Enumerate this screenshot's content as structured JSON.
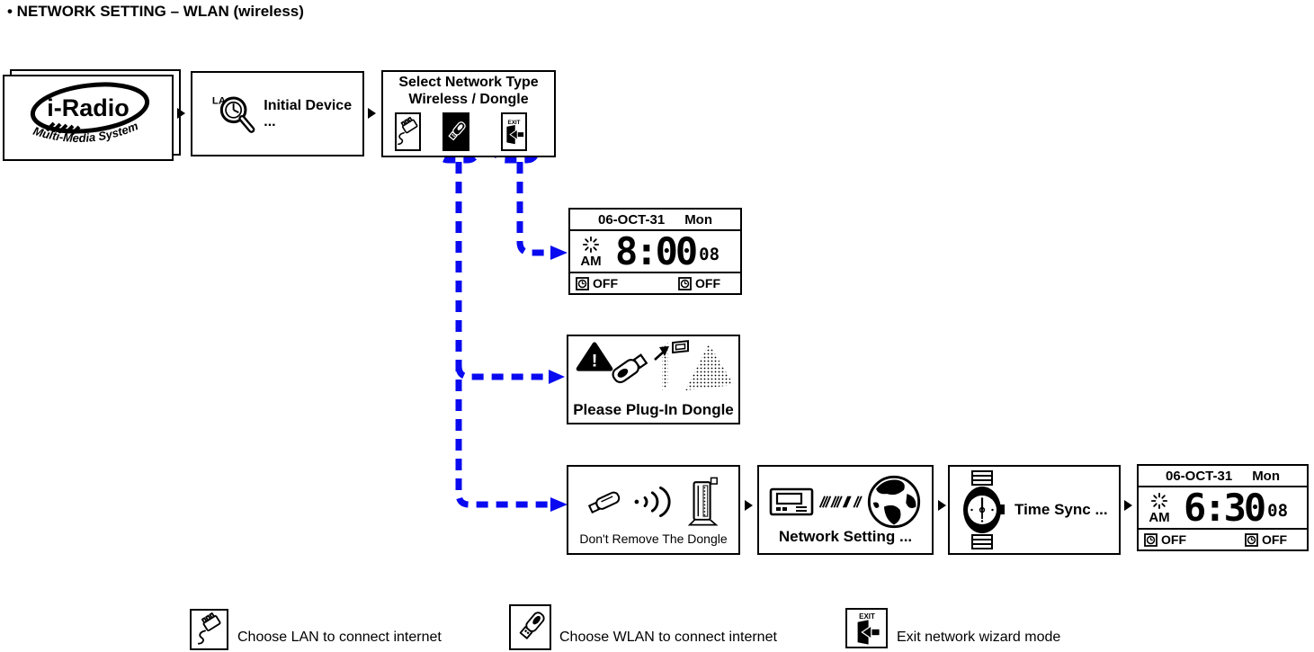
{
  "title": "• NETWORK SETTING – WLAN (wireless)",
  "colors": {
    "accent_blue": "#0A0AF0",
    "ink": "#000000",
    "paper": "#FFFFFF"
  },
  "flow": {
    "logo_screen": {
      "brand": "i-Radio",
      "tagline": "Multi-Media System"
    },
    "initial_device_screen": {
      "label": "Initial Device ...",
      "icon_text": "LA"
    },
    "select_network_screen": {
      "title_line1": "Select Network Type",
      "title_line2": "Wireless / Dongle",
      "exit_icon_text": "EXIT"
    },
    "clock_screen_exit": {
      "date": "06-OCT-31",
      "day": "Mon",
      "meridiem": "AM",
      "time": "8:00",
      "seconds": "08",
      "alarm1": "OFF",
      "alarm2": "OFF"
    },
    "plug_in_screen": {
      "label": "Please Plug-In Dongle"
    },
    "dont_remove_screen": {
      "label": "Don't Remove The Dongle"
    },
    "network_setting_screen": {
      "label": "Network Setting ..."
    },
    "time_sync_screen": {
      "label": "Time Sync ..."
    },
    "clock_screen_final": {
      "date": "06-OCT-31",
      "day": "Mon",
      "meridiem": "AM",
      "time": "6:30",
      "seconds": "08",
      "alarm1": "OFF",
      "alarm2": "OFF"
    }
  },
  "legend": {
    "items": [
      {
        "label": "Choose LAN to connect internet"
      },
      {
        "label": "Choose WLAN to connect internet"
      },
      {
        "label": "Exit network wizard mode",
        "icon_text": "EXIT"
      }
    ]
  }
}
